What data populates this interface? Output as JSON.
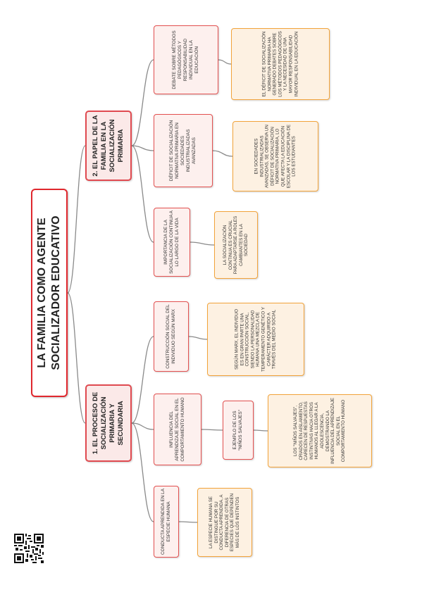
{
  "diagram": {
    "root": {
      "id": "root",
      "text": "LA FAMILIA COMO AGENTE SOCIALIZADOR EDUCATIVO"
    },
    "branches": [
      {
        "id": "b1",
        "text": "1. EL PROCESO DE SOCIALIZACIÓN PRIMARIA Y SECUNDARIA",
        "topics": [
          {
            "id": "t1",
            "text": "CONDUCTA APRENDIDA EN LA ESPECIE HUMANA",
            "details": [
              {
                "id": "d1",
                "text": "LA ESPECIE HUMANA SE DISTINGUE POR SU CONDUCTA APRENDIDA, A DIFERENCIA DE OTRAS ESPECIES QUE DEPENDEN MÁS DE LOS INSTINTOS"
              }
            ]
          },
          {
            "id": "t2",
            "text": "INFLUENCIA DEL APRENDIZAJE SOCIAL EN EL COMPORTAMIENTO HUMANO",
            "subtopics": [
              {
                "id": "s1",
                "text": "EJEMPLO DE LOS \"NIÑOS SALVAJES\"",
                "details": [
                  {
                    "id": "d2",
                    "text": "LOS \"NIÑOS SALVAJES\", CRIADOS EN AISLAMIENTO, CARECEN DE RESPUESTAS INSTINTIVAS HACIA OTROS HUMANOS AL LLEGAR A LA ADOLESCENCIA, DEMOSTRANDO LA INFLUENCIA DEL APRENDIZAJE SOCIAL EN EL COMPORTAMIENTO HUMANO"
                  }
                ]
              }
            ]
          },
          {
            "id": "t3",
            "text": "CONSTRUCCIÓN SOCIAL DEL INDIVIDUO SEGÚN MARX",
            "details": [
              {
                "id": "d3",
                "text": "SEGÚN MARX, EL INDIVIDUO ES EN GRAN PARTE UNA CONSTRUCCIÓN SOCIAL, SIENDO LA PERSONALIDAD HUMANA UNA MEZCLA DE TEMPERAMENTO GENÉTICO Y CARÁCTER ADQUIRIDO A TRAVÉS DEL MEDIO SOCIAL"
              }
            ]
          }
        ]
      },
      {
        "id": "b2",
        "text": "2. EL PAPEL DE LA FAMILIA EN LA SOCIALIZACIÓN PRIMARIA",
        "topics": [
          {
            "id": "t4",
            "text": "IMPORTANCIA DE LA SOCIALIZACIÓN CONTINUA A LO LARGO DE LA VIDA",
            "details": [
              {
                "id": "d4",
                "text": "LA SOCIALIZACIÓN CONTINUA ES CRUCIAL PARA ADAPTARSE A ROLES CAMBIANTES EN LA SOCIEDAD"
              }
            ]
          },
          {
            "id": "t5",
            "text": "DÉFICIT DE SOCIALIZACIÓN NORMATIVA PRIMARIA EN SOCIEDADES INDUSTRIALIZADAS AVANZADAS",
            "details": [
              {
                "id": "d5",
                "text": "EN SOCIEDADES INDUSTRIALIZADAS AVANZADAS, SE OBSERVA UN DÉFICIT DE SOCIALIZACIÓN NORMATIVA PRIMARIA, LO QUE AFECTA LA EDUCACIÓN ESCOLAR Y LA DISCIPLINA DE LOS ESTUDIANTES"
              }
            ]
          },
          {
            "id": "t6",
            "text": "DEBATE SOBRE MÉTODOS PEDAGÓGICOS Y RESPONSABILIDAD INDIVIDUAL EN LA EDUCACIÓN",
            "details": [
              {
                "id": "d6",
                "text": "EL DÉFICIT DE SOCIALIZACIÓN NORMATIVA PRIMARIA HA GENERADO DEBATES SOBRE LOS MÉTODOS PEDAGÓGICOS Y LA NECESIDAD DE UNA MAYOR RESPONSABILIDAD INDIVIDUAL EN LA EDUCACIÓN"
              }
            ]
          }
        ]
      }
    ]
  },
  "colors": {
    "root_border": "#e0282e",
    "branch_border": "#e04a50",
    "topic_border": "#e35050",
    "detail_border": "#f2a33a",
    "connector": "#8a8a8a"
  },
  "qr": {
    "icon": "qr-code-icon"
  }
}
